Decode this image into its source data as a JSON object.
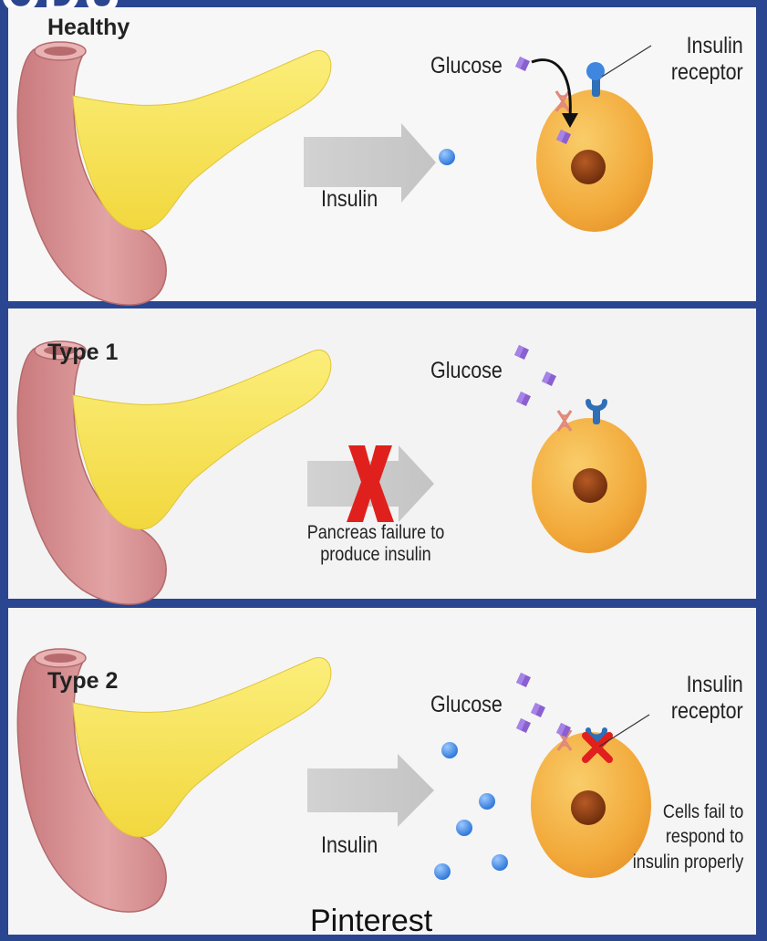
{
  "top_fragment": "ODU",
  "panels": [
    {
      "title": "Healthy",
      "glucose_label": "Glucose",
      "receptor_label": "Insulin\nreceptor",
      "arrow_label": "Insulin"
    },
    {
      "title": "Type 1",
      "glucose_label": "Glucose",
      "arrow_label": "Pancreas failure to\nproduce insulin"
    },
    {
      "title": "Type 2",
      "glucose_label": "Glucose",
      "receptor_label": "Insulin\nreceptor",
      "arrow_label": "Insulin",
      "cell_note": "Cells fail to\nrespond to\ninsulin properly"
    }
  ],
  "watermark": "Pinterest",
  "colors": {
    "page_bg": "#2b4690",
    "panel_bg": "#f3f3f3",
    "pancreas": "#f7e356",
    "duodenum": "#d58c8e",
    "cell": "#f3ae3c",
    "nucleus": "#8a3a10",
    "glucose": "#8a5fd0",
    "insulin": "#3f86e0",
    "receptor": "#2f6fb8",
    "x_mark": "#e0201c"
  }
}
